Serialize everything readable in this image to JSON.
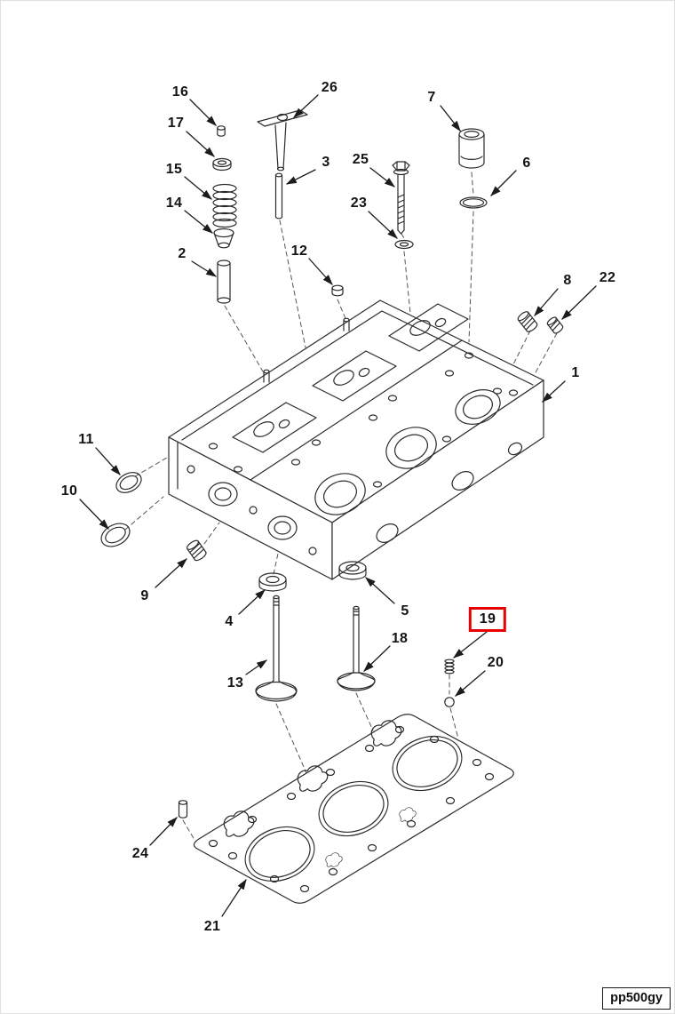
{
  "diagram": {
    "watermark": "pp500gy",
    "highlighted_part": "19",
    "highlight_color": "#e60000",
    "drawing_color": "#2b2b2b",
    "leader_color": "#1c1c1c",
    "background": "#ffffff",
    "parts": [
      {
        "num": "16"
      },
      {
        "num": "17"
      },
      {
        "num": "26"
      },
      {
        "num": "7"
      },
      {
        "num": "15"
      },
      {
        "num": "3"
      },
      {
        "num": "25"
      },
      {
        "num": "6"
      },
      {
        "num": "14"
      },
      {
        "num": "23"
      },
      {
        "num": "2"
      },
      {
        "num": "12"
      },
      {
        "num": "8"
      },
      {
        "num": "22"
      },
      {
        "num": "1"
      },
      {
        "num": "11"
      },
      {
        "num": "10"
      },
      {
        "num": "9"
      },
      {
        "num": "4"
      },
      {
        "num": "5"
      },
      {
        "num": "19"
      },
      {
        "num": "18"
      },
      {
        "num": "20"
      },
      {
        "num": "13"
      },
      {
        "num": "24"
      },
      {
        "num": "21"
      }
    ]
  }
}
